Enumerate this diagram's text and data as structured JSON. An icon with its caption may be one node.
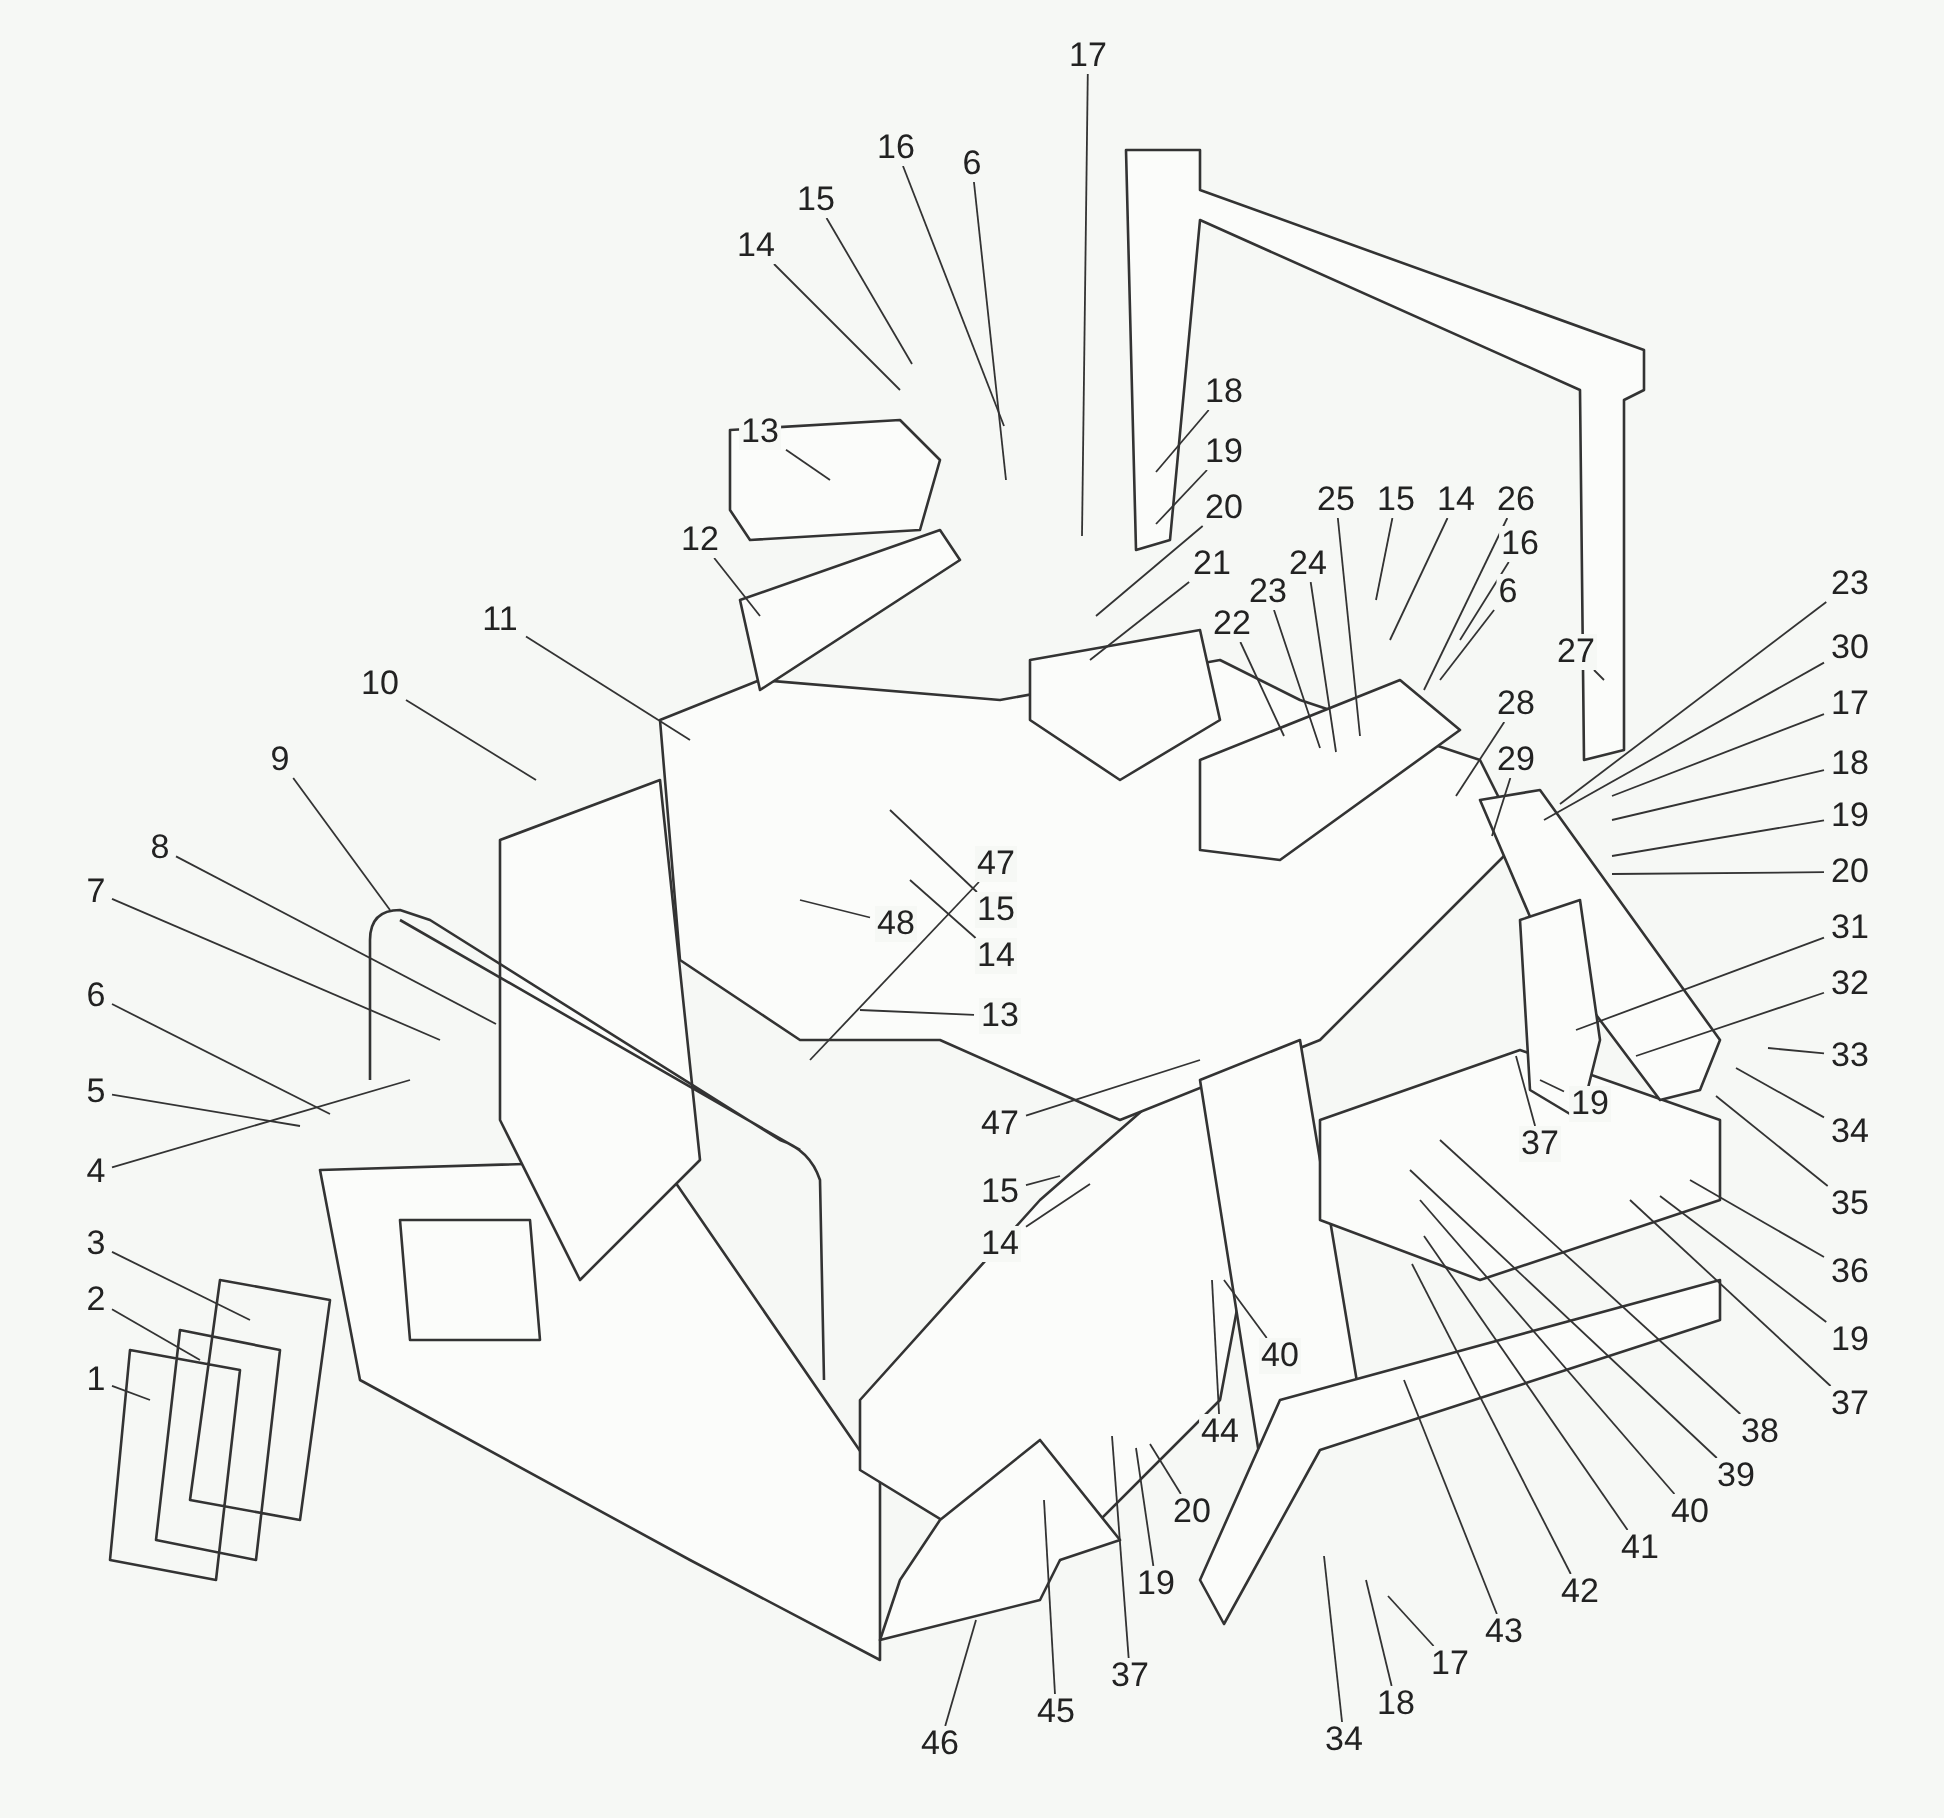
{
  "diagram": {
    "nodes": [
      {
        "text": [
          "17"
        ]
      },
      {
        "text": [
          "6"
        ]
      },
      {
        "text": [
          "16"
        ]
      },
      {
        "text": [
          "15"
        ]
      },
      {
        "text": [
          "14"
        ]
      },
      {
        "text": [
          "13"
        ]
      },
      {
        "text": [
          "12"
        ]
      },
      {
        "text": [
          "11"
        ]
      },
      {
        "text": [
          "10"
        ]
      },
      {
        "text": [
          "9"
        ]
      },
      {
        "text": [
          "8"
        ]
      },
      {
        "text": [
          "7"
        ]
      },
      {
        "text": [
          "6"
        ]
      },
      {
        "text": [
          "5"
        ]
      },
      {
        "text": [
          "4"
        ]
      },
      {
        "text": [
          "3"
        ]
      },
      {
        "text": [
          "2"
        ]
      },
      {
        "text": [
          "1"
        ]
      },
      {
        "text": [
          "18"
        ]
      },
      {
        "text": [
          "19"
        ]
      },
      {
        "text": [
          "20"
        ]
      },
      {
        "text": [
          "21"
        ]
      },
      {
        "text": [
          "25"
        ]
      },
      {
        "text": [
          "15"
        ]
      },
      {
        "text": [
          "14"
        ]
      },
      {
        "text": [
          "26"
        ]
      },
      {
        "text": [
          "24"
        ]
      },
      {
        "text": [
          "23"
        ]
      },
      {
        "text": [
          "22"
        ]
      },
      {
        "text": [
          "16"
        ]
      },
      {
        "text": [
          "6"
        ]
      },
      {
        "text": [
          "27"
        ]
      },
      {
        "text": [
          "28"
        ]
      },
      {
        "text": [
          "29"
        ]
      },
      {
        "text": [
          "23"
        ]
      },
      {
        "text": [
          "30"
        ]
      },
      {
        "text": [
          "17"
        ]
      },
      {
        "text": [
          "18"
        ]
      },
      {
        "text": [
          "19"
        ]
      },
      {
        "text": [
          "20"
        ]
      },
      {
        "text": [
          "47"
        ]
      },
      {
        "text": [
          "48"
        ]
      },
      {
        "text": [
          "15"
        ]
      },
      {
        "text": [
          "14"
        ]
      },
      {
        "text": [
          "13"
        ]
      },
      {
        "text": [
          "47"
        ]
      },
      {
        "text": [
          "15"
        ]
      },
      {
        "text": [
          "14"
        ]
      },
      {
        "text": [
          "31"
        ]
      },
      {
        "text": [
          "32"
        ]
      },
      {
        "text": [
          "37"
        ]
      },
      {
        "text": [
          "19"
        ]
      },
      {
        "text": [
          "33"
        ]
      },
      {
        "text": [
          "34"
        ]
      },
      {
        "text": [
          "35"
        ]
      },
      {
        "text": [
          "36"
        ]
      },
      {
        "text": [
          "19"
        ]
      },
      {
        "text": [
          "37"
        ]
      },
      {
        "text": [
          "40"
        ]
      },
      {
        "text": [
          "44"
        ]
      },
      {
        "text": [
          "38"
        ]
      },
      {
        "text": [
          "39"
        ]
      },
      {
        "text": [
          "40"
        ]
      },
      {
        "text": [
          "41"
        ]
      },
      {
        "text": [
          "42"
        ]
      },
      {
        "text": [
          "43"
        ]
      },
      {
        "text": [
          "20"
        ]
      },
      {
        "text": [
          "19"
        ]
      },
      {
        "text": [
          "37"
        ]
      },
      {
        "text": [
          "17"
        ]
      },
      {
        "text": [
          "18"
        ]
      },
      {
        "text": [
          "34"
        ]
      },
      {
        "text": [
          "45"
        ]
      },
      {
        "text": [
          "46"
        ]
      }
    ],
    "edges": [
      {
        "from": 0,
        "to": null,
        "arrow": "none"
      },
      {
        "from": 1,
        "to": null,
        "arrow": "none"
      },
      {
        "from": 2,
        "to": null,
        "arrow": "none"
      },
      {
        "from": 3,
        "to": null,
        "arrow": "none"
      },
      {
        "from": 4,
        "to": null,
        "arrow": "none"
      },
      {
        "from": 5,
        "to": null,
        "arrow": "none"
      },
      {
        "from": 6,
        "to": null,
        "arrow": "none"
      },
      {
        "from": 7,
        "to": null,
        "arrow": "none"
      },
      {
        "from": 8,
        "to": null,
        "arrow": "none"
      },
      {
        "from": 9,
        "to": null,
        "arrow": "none"
      },
      {
        "from": 10,
        "to": null,
        "arrow": "none"
      },
      {
        "from": 11,
        "to": null,
        "arrow": "none"
      },
      {
        "from": 12,
        "to": null,
        "arrow": "none"
      },
      {
        "from": 13,
        "to": null,
        "arrow": "none"
      },
      {
        "from": 14,
        "to": null,
        "arrow": "none"
      },
      {
        "from": 15,
        "to": null,
        "arrow": "none"
      },
      {
        "from": 16,
        "to": null,
        "arrow": "none"
      },
      {
        "from": 17,
        "to": null,
        "arrow": "none"
      },
      {
        "from": 18,
        "to": null,
        "arrow": "none"
      },
      {
        "from": 19,
        "to": null,
        "arrow": "none"
      },
      {
        "from": 20,
        "to": null,
        "arrow": "none"
      },
      {
        "from": 21,
        "to": null,
        "arrow": "none"
      },
      {
        "from": 22,
        "to": null,
        "arrow": "none"
      },
      {
        "from": 23,
        "to": null,
        "arrow": "none"
      },
      {
        "from": 24,
        "to": null,
        "arrow": "none"
      },
      {
        "from": 25,
        "to": null,
        "arrow": "none"
      },
      {
        "from": 26,
        "to": null,
        "arrow": "none"
      },
      {
        "from": 27,
        "to": null,
        "arrow": "none"
      },
      {
        "from": 28,
        "to": null,
        "arrow": "none"
      },
      {
        "from": 29,
        "to": null,
        "arrow": "none"
      },
      {
        "from": 30,
        "to": null,
        "arrow": "none"
      },
      {
        "from": 31,
        "to": null,
        "arrow": "none"
      },
      {
        "from": 32,
        "to": null,
        "arrow": "none"
      },
      {
        "from": 33,
        "to": null,
        "arrow": "none"
      },
      {
        "from": 34,
        "to": null,
        "arrow": "none"
      },
      {
        "from": 35,
        "to": null,
        "arrow": "none"
      },
      {
        "from": 36,
        "to": null,
        "arrow": "none"
      },
      {
        "from": 37,
        "to": null,
        "arrow": "none"
      },
      {
        "from": 38,
        "to": null,
        "arrow": "none"
      },
      {
        "from": 39,
        "to": null,
        "arrow": "none"
      },
      {
        "from": 40,
        "to": null,
        "arrow": "none"
      },
      {
        "from": 41,
        "to": null,
        "arrow": "none"
      },
      {
        "from": 42,
        "to": null,
        "arrow": "none"
      },
      {
        "from": 43,
        "to": null,
        "arrow": "none"
      },
      {
        "from": 44,
        "to": null,
        "arrow": "none"
      },
      {
        "from": 45,
        "to": null,
        "arrow": "none"
      },
      {
        "from": 46,
        "to": null,
        "arrow": "none"
      },
      {
        "from": 47,
        "to": null,
        "arrow": "none"
      },
      {
        "from": 48,
        "to": null,
        "arrow": "none"
      },
      {
        "from": 49,
        "to": null,
        "arrow": "none"
      },
      {
        "from": 50,
        "to": null,
        "arrow": "none"
      },
      {
        "from": 51,
        "to": null,
        "arrow": "none"
      },
      {
        "from": 52,
        "to": null,
        "arrow": "none"
      },
      {
        "from": 53,
        "to": null,
        "arrow": "none"
      },
      {
        "from": 54,
        "to": null,
        "arrow": "none"
      },
      {
        "from": 55,
        "to": null,
        "arrow": "none"
      },
      {
        "from": 56,
        "to": null,
        "arrow": "none"
      },
      {
        "from": 57,
        "to": null,
        "arrow": "none"
      },
      {
        "from": 58,
        "to": null,
        "arrow": "none"
      },
      {
        "from": 59,
        "to": null,
        "arrow": "none"
      },
      {
        "from": 60,
        "to": null,
        "arrow": "none"
      },
      {
        "from": 61,
        "to": null,
        "arrow": "none"
      },
      {
        "from": 62,
        "to": null,
        "arrow": "none"
      },
      {
        "from": 63,
        "to": null,
        "arrow": "none"
      },
      {
        "from": 64,
        "to": null,
        "arrow": "none"
      },
      {
        "from": 65,
        "to": null,
        "arrow": "none"
      },
      {
        "from": 66,
        "to": null,
        "arrow": "none"
      },
      {
        "from": 67,
        "to": null,
        "arrow": "none"
      },
      {
        "from": 68,
        "to": null,
        "arrow": "none"
      },
      {
        "from": 69,
        "to": null,
        "arrow": "none"
      },
      {
        "from": 70,
        "to": null,
        "arrow": "none"
      },
      {
        "from": 71,
        "to": null,
        "arrow": "none"
      },
      {
        "from": 72,
        "to": null,
        "arrow": "none"
      },
      {
        "from": 73,
        "to": null,
        "arrow": "none"
      }
    ]
  }
}
